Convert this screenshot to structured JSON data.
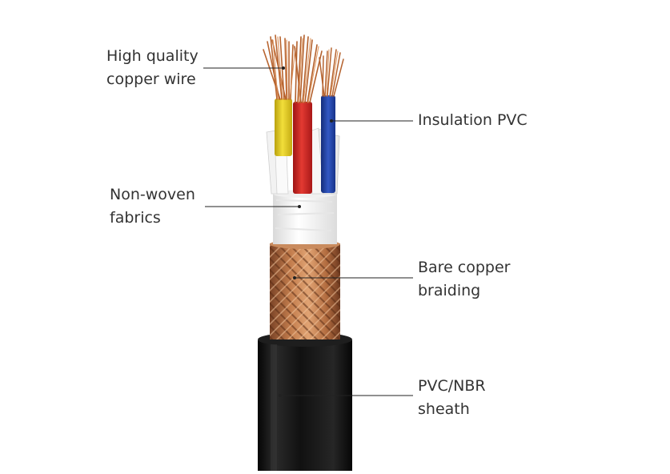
{
  "callouts": {
    "copper_wire": [
      "High quality",
      "copper wire"
    ],
    "insulation": [
      "Insulation PVC"
    ],
    "non_woven": [
      "Non-woven",
      "fabrics"
    ],
    "braiding": [
      "Bare copper",
      "braiding"
    ],
    "sheath": [
      "PVC/NBR",
      "sheath"
    ]
  },
  "colors": {
    "background": "#ffffff",
    "text": "#333333",
    "leader_line": "#222222",
    "sheath": "#161616",
    "braid": "#b06a3f",
    "tape": "#f4f4f4",
    "conductor_yellow": "#e8d21c",
    "conductor_red": "#d22020",
    "conductor_blue": "#1c3fa6",
    "conductor_green": "#2f9e4a",
    "copper_strand": "#c87a45"
  }
}
